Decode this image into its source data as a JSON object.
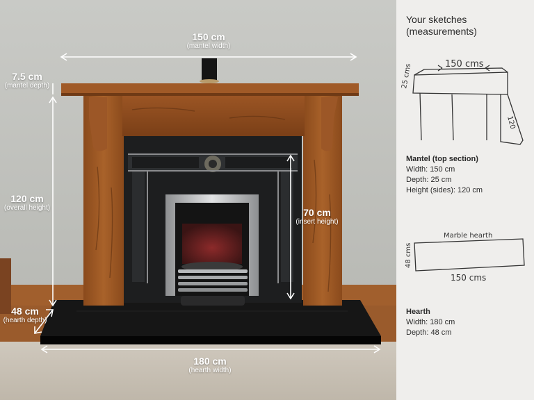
{
  "labels": {
    "mantel_width": {
      "value": "150 cm",
      "sub": "(mantel width)"
    },
    "mantel_depth": {
      "value": "7.5 cm",
      "sub": "(mantel depth)"
    },
    "overall_height": {
      "value": "120 cm",
      "sub": "(overall height)"
    },
    "insert_height": {
      "value": "70 cm",
      "sub": "(insert height)"
    },
    "hearth_depth": {
      "value": "48 cm",
      "sub": "(hearth depth)"
    },
    "hearth_width": {
      "value": "180 cm",
      "sub": "(hearth width)"
    }
  },
  "panel": {
    "title": "Your sketches (measurements)",
    "sketch1": {
      "top": "150 cms",
      "left": "25 cms",
      "right": "120"
    },
    "mantel": {
      "title": "Mantel (top section)",
      "width": "Width:  150 cm",
      "depth": "Depth:  25 cm",
      "height": "Height (sides):  120 cm"
    },
    "sketch2": {
      "title": "Marble hearth",
      "left": "48 cms",
      "bottom": "150 cms"
    },
    "hearth": {
      "title": "Hearth",
      "width": "Width: 180 cm",
      "depth": "Depth: 48 cm"
    }
  }
}
